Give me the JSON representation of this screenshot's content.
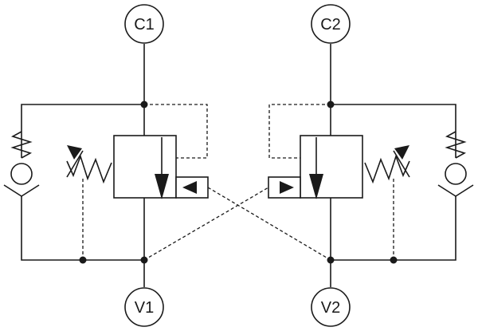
{
  "ports": {
    "c1": "C1",
    "c2": "C2",
    "v1": "V1",
    "v2": "V2"
  },
  "colors": {
    "line": "#1a1a1a",
    "background": "#ffffff"
  }
}
